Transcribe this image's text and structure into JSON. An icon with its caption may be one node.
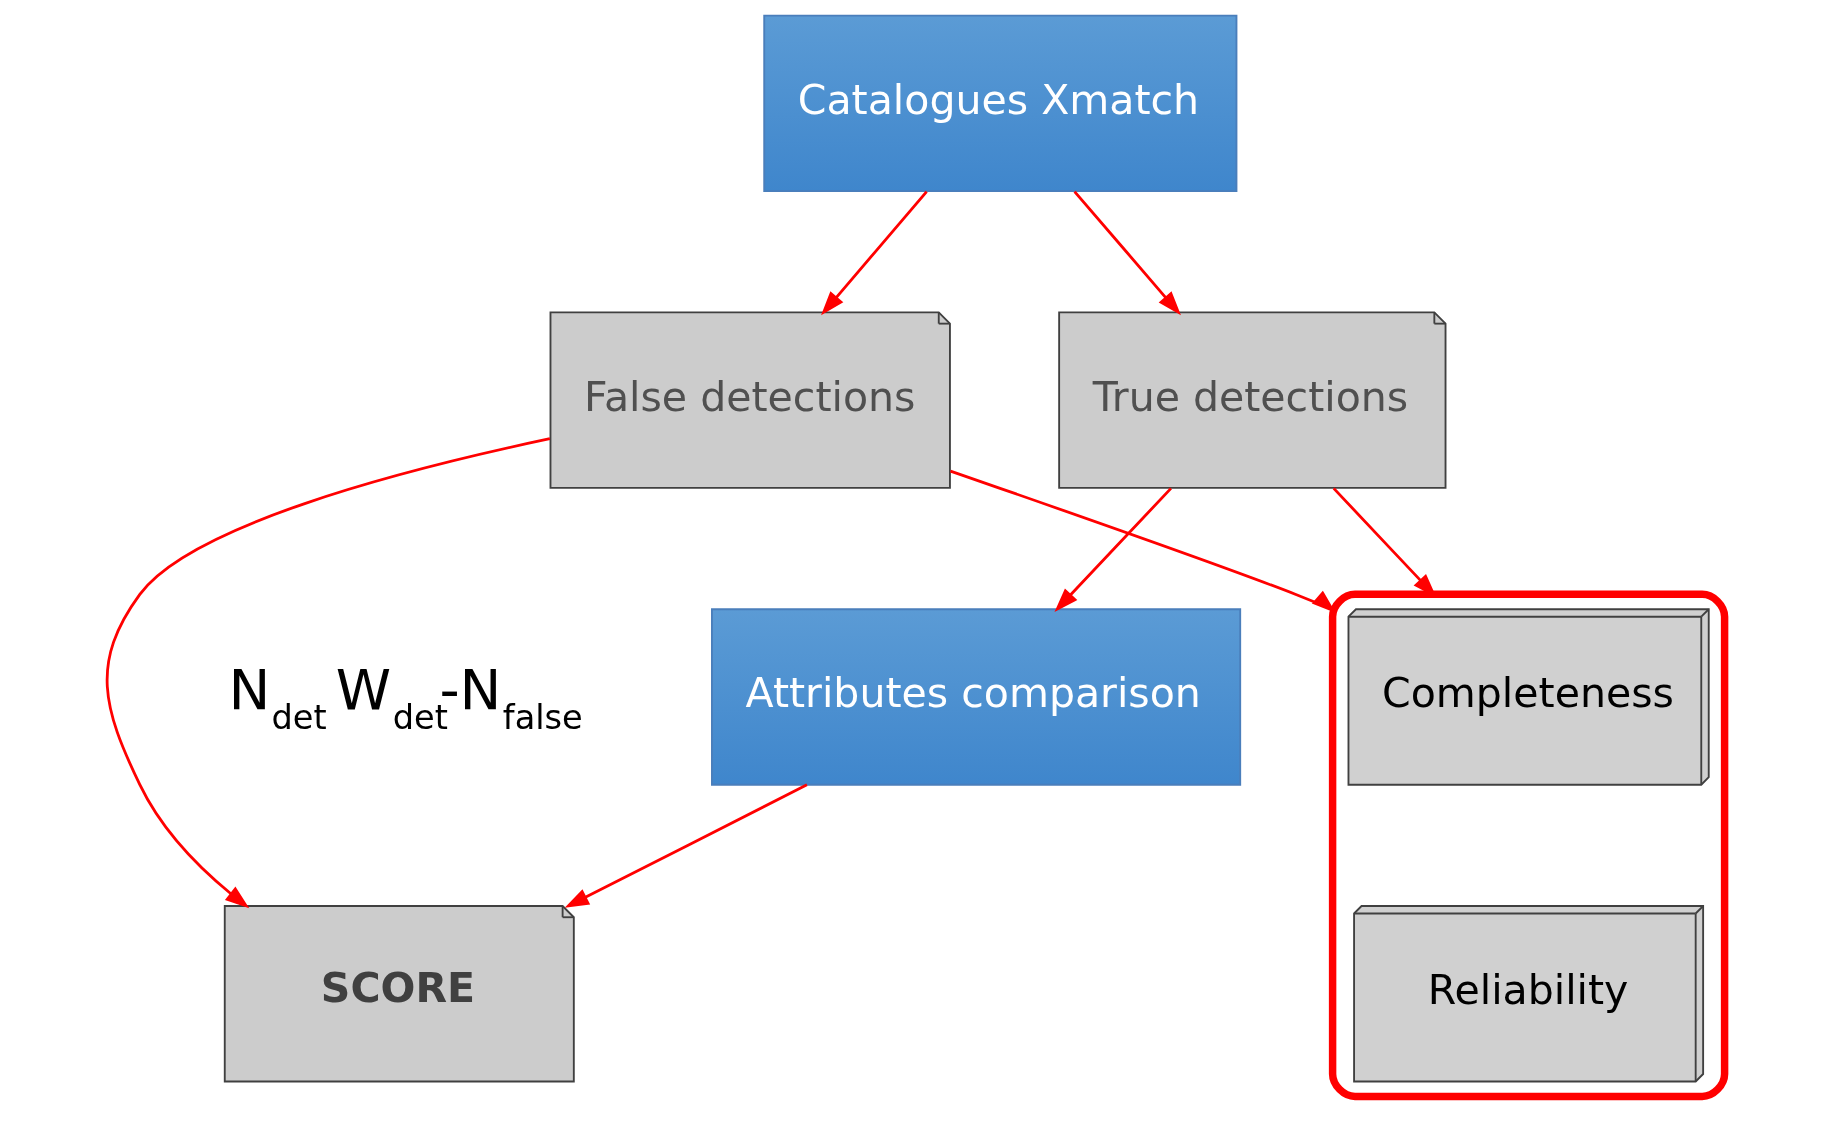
{
  "diagram": {
    "nodes": [
      {
        "text": [
          "Catalogues Xmatch"
        ]
      },
      {
        "text": [
          "False detections"
        ]
      },
      {
        "text": [
          "True detections"
        ]
      },
      {
        "text": [
          "Attributes comparison"
        ]
      },
      {
        "text": [],
        "shape": "ellipse"
      },
      {
        "text": [
          "Completeness"
        ],
        "in": 4
      },
      {
        "text": [
          "Reliability"
        ],
        "in": 4
      },
      {
        "text": [
          "SCORE"
        ],
        "beside": [
          "N$_{det}$ W$_{det}$-N$_{false}$"
        ]
      }
    ],
    "edges": [
      {
        "from": 0,
        "to": 1,
        "arrow": "to"
      },
      {
        "from": 0,
        "to": 2,
        "arrow": "to"
      },
      {
        "from": 1,
        "to": 4,
        "arrow": "to"
      },
      {
        "from": 2,
        "to": 4,
        "arrow": "to"
      },
      {
        "from": 2,
        "to": 3,
        "arrow": "to"
      },
      {
        "from": 1,
        "to": 7,
        "arrow": "to"
      },
      {
        "from": 3,
        "to": 7,
        "arrow": "to"
      }
    ]
  }
}
